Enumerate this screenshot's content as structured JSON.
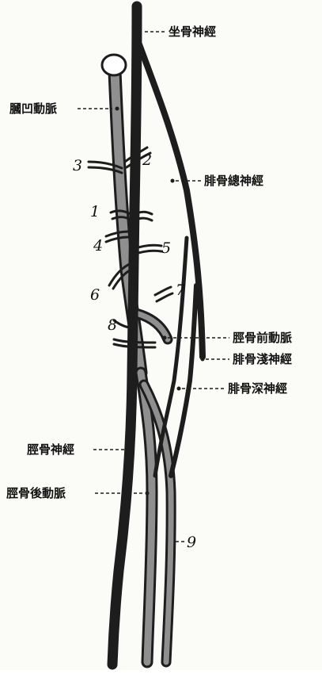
{
  "figure": {
    "labels": {
      "sciatic_nerve": "坐骨神經",
      "popliteal_artery": "膕凹動脈",
      "common_peroneal_nerve": "腓骨總神經",
      "anterior_tibial_artery": "脛骨前動脈",
      "superficial_peroneal_nerve": "腓骨淺神經",
      "deep_peroneal_nerve": "腓骨深神經",
      "tibial_nerve": "脛骨神經",
      "posterior_tibial_artery": "脛骨後動脈"
    },
    "numbers": {
      "n1": "1",
      "n2": "2",
      "n3": "3",
      "n4": "4",
      "n5": "5",
      "n6": "6",
      "n7": "7",
      "n8": "8",
      "n9": "9"
    },
    "colors": {
      "nerve": "#1d1d1d",
      "artery_fill": "#8f8f8f",
      "artery_outline": "#1d1d1d",
      "background": "#fbfbf8"
    }
  }
}
